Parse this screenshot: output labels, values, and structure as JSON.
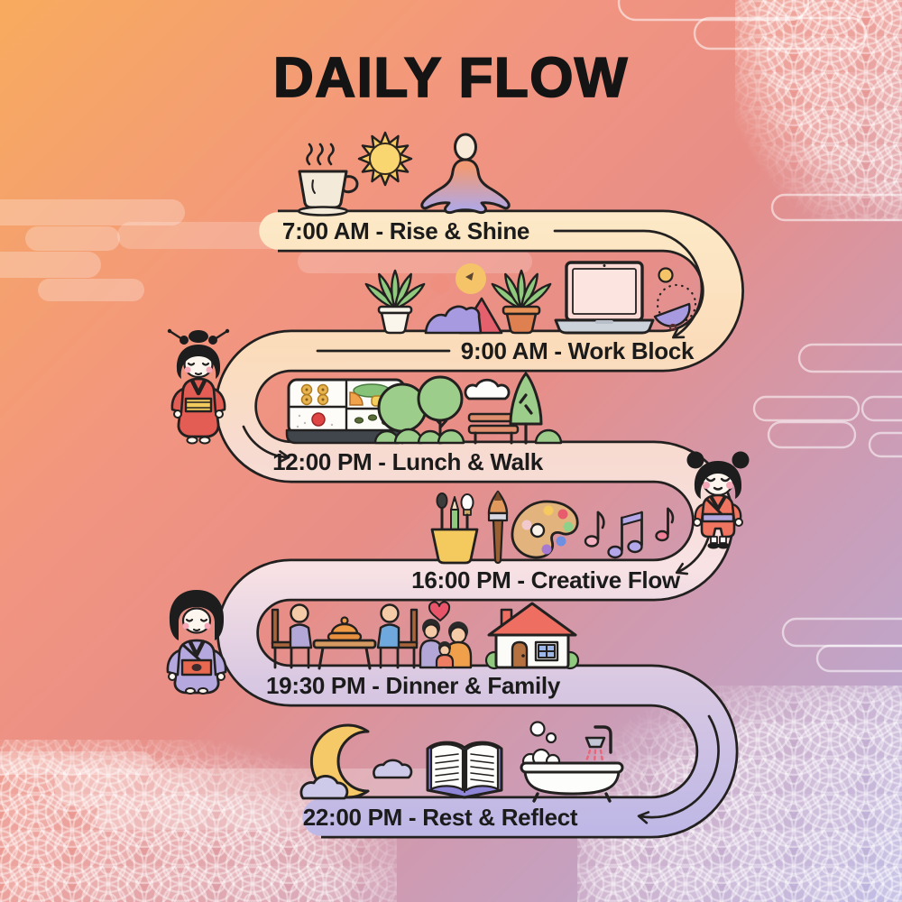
{
  "title": "DAILY FLOW",
  "timeline": {
    "stops": [
      {
        "time": "7:00 AM",
        "activity": "Rise & Shine",
        "label": "7:00 AM - Rise & Shine",
        "icons": [
          "coffee-cup",
          "sun",
          "meditating-person"
        ]
      },
      {
        "time": "9:00 AM",
        "activity": "Work Block",
        "label": "9:00 AM - Work Block",
        "icons": [
          "potted-plant",
          "abstract-landscape",
          "potted-plant",
          "laptop",
          "abstract-shapes"
        ]
      },
      {
        "time": "12:00 PM",
        "activity": "Lunch & Walk",
        "label": "12:00 PM - Lunch & Walk",
        "icons": [
          "bento-box",
          "park-trees",
          "cloud",
          "park-bench",
          "pine-tree"
        ]
      },
      {
        "time": "16:00 PM",
        "activity": "Creative Flow",
        "label": "16:00 PM - Creative Flow",
        "icons": [
          "brush-holder",
          "paintbrush",
          "paint-palette",
          "music-notes"
        ]
      },
      {
        "time": "19:30 PM",
        "activity": "Dinner & Family",
        "label": "19:30 PM - Dinner & Family",
        "icons": [
          "dinner-table",
          "family",
          "house"
        ]
      },
      {
        "time": "22:00 PM",
        "activity": "Rest & Reflect",
        "label": "22:00 PM - Rest & Reflect",
        "icons": [
          "crescent-moon",
          "open-book",
          "bathtub"
        ]
      }
    ],
    "characters": [
      "woman-in-red-kimono",
      "girl-with-hair-buns",
      "woman-in-purple-kimono"
    ]
  },
  "colors": {
    "background_top_left": "#f8ab5e",
    "background_center": "#e88e87",
    "background_bottom_right": "#b4aede",
    "ribbon_top": "#fdeac8",
    "ribbon_bottom": "#bdb7e6",
    "outline": "#232020",
    "text": "#1b1b1b"
  }
}
